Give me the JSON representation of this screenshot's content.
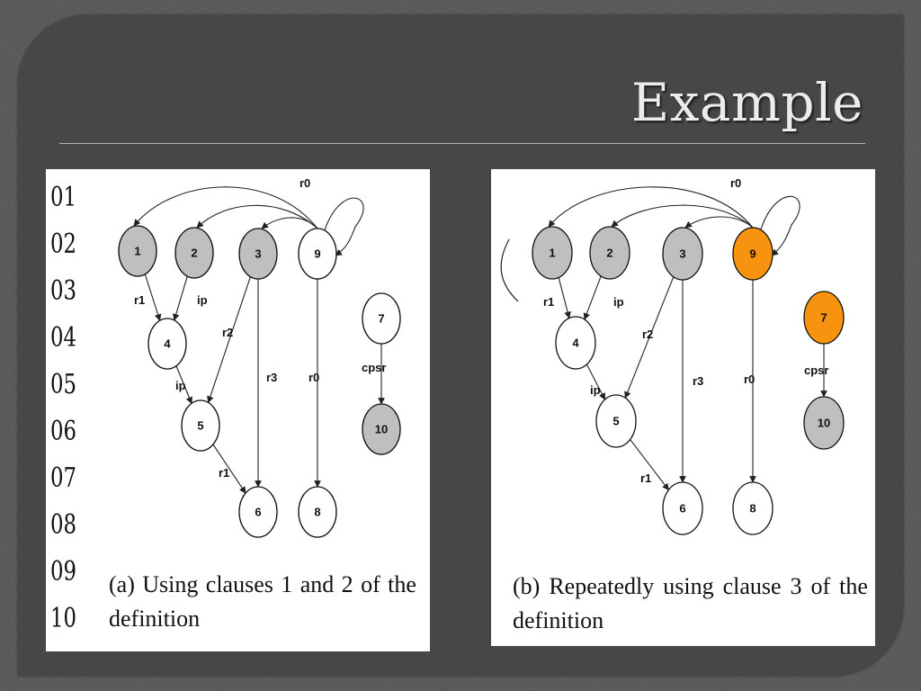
{
  "slide": {
    "title": "Example"
  },
  "colors": {
    "background": "#5d5d5d",
    "panel": "#474747",
    "title": "#ececec",
    "node_gray": "#bfbfbf",
    "node_white": "#ffffff",
    "node_highlight": "#f7930f"
  },
  "figure_a": {
    "line_numbers": [
      "01",
      "02",
      "03",
      "04",
      "05",
      "06",
      "07",
      "08",
      "09",
      "10"
    ],
    "caption_tag": "(a)",
    "caption_words": [
      "Using",
      "clauses",
      "1",
      "and",
      "2",
      "of",
      "the"
    ],
    "caption_line2": "definition",
    "nodes": [
      {
        "id": "1",
        "fill": "gray"
      },
      {
        "id": "2",
        "fill": "gray"
      },
      {
        "id": "3",
        "fill": "gray"
      },
      {
        "id": "9",
        "fill": "white"
      },
      {
        "id": "4",
        "fill": "white"
      },
      {
        "id": "5",
        "fill": "white"
      },
      {
        "id": "6",
        "fill": "white"
      },
      {
        "id": "8",
        "fill": "white"
      },
      {
        "id": "7",
        "fill": "white"
      },
      {
        "id": "10",
        "fill": "gray"
      }
    ],
    "edges": [
      {
        "from": "9",
        "to": "1",
        "label": "r0"
      },
      {
        "from": "9",
        "to": "2",
        "label": ""
      },
      {
        "from": "9",
        "to": "3",
        "label": ""
      },
      {
        "from": "9",
        "to": "9",
        "label": ""
      },
      {
        "from": "1",
        "to": "4",
        "label": "r1"
      },
      {
        "from": "2",
        "to": "4",
        "label": "ip"
      },
      {
        "from": "3",
        "to": "5",
        "label": "r2"
      },
      {
        "from": "3",
        "to": "6",
        "label": "r3"
      },
      {
        "from": "4",
        "to": "5",
        "label": "ip"
      },
      {
        "from": "5",
        "to": "6",
        "label": "r1"
      },
      {
        "from": "9",
        "to": "8",
        "label": "r0"
      },
      {
        "from": "7",
        "to": "10",
        "label": "cpsr"
      }
    ]
  },
  "figure_b": {
    "caption_tag": "(b)",
    "caption_words": [
      "Repeatedly",
      "using",
      "clause",
      "3",
      "of",
      "the"
    ],
    "caption_line2": "definition",
    "nodes": [
      {
        "id": "1",
        "fill": "gray"
      },
      {
        "id": "2",
        "fill": "gray"
      },
      {
        "id": "3",
        "fill": "gray"
      },
      {
        "id": "9",
        "fill": "highlight"
      },
      {
        "id": "4",
        "fill": "white"
      },
      {
        "id": "5",
        "fill": "white"
      },
      {
        "id": "6",
        "fill": "white"
      },
      {
        "id": "8",
        "fill": "white"
      },
      {
        "id": "7",
        "fill": "highlight"
      },
      {
        "id": "10",
        "fill": "gray"
      }
    ],
    "edges": [
      {
        "from": "9",
        "to": "1",
        "label": "r0"
      },
      {
        "from": "9",
        "to": "2",
        "label": ""
      },
      {
        "from": "9",
        "to": "3",
        "label": ""
      },
      {
        "from": "9",
        "to": "9",
        "label": ""
      },
      {
        "from": "1",
        "to": "4",
        "label": "r1"
      },
      {
        "from": "2",
        "to": "4",
        "label": "ip"
      },
      {
        "from": "3",
        "to": "5",
        "label": "r2"
      },
      {
        "from": "3",
        "to": "6",
        "label": "r3"
      },
      {
        "from": "4",
        "to": "5",
        "label": "ip"
      },
      {
        "from": "5",
        "to": "6",
        "label": "r1"
      },
      {
        "from": "9",
        "to": "8",
        "label": "r0"
      },
      {
        "from": "7",
        "to": "10",
        "label": "cpsr"
      }
    ]
  }
}
